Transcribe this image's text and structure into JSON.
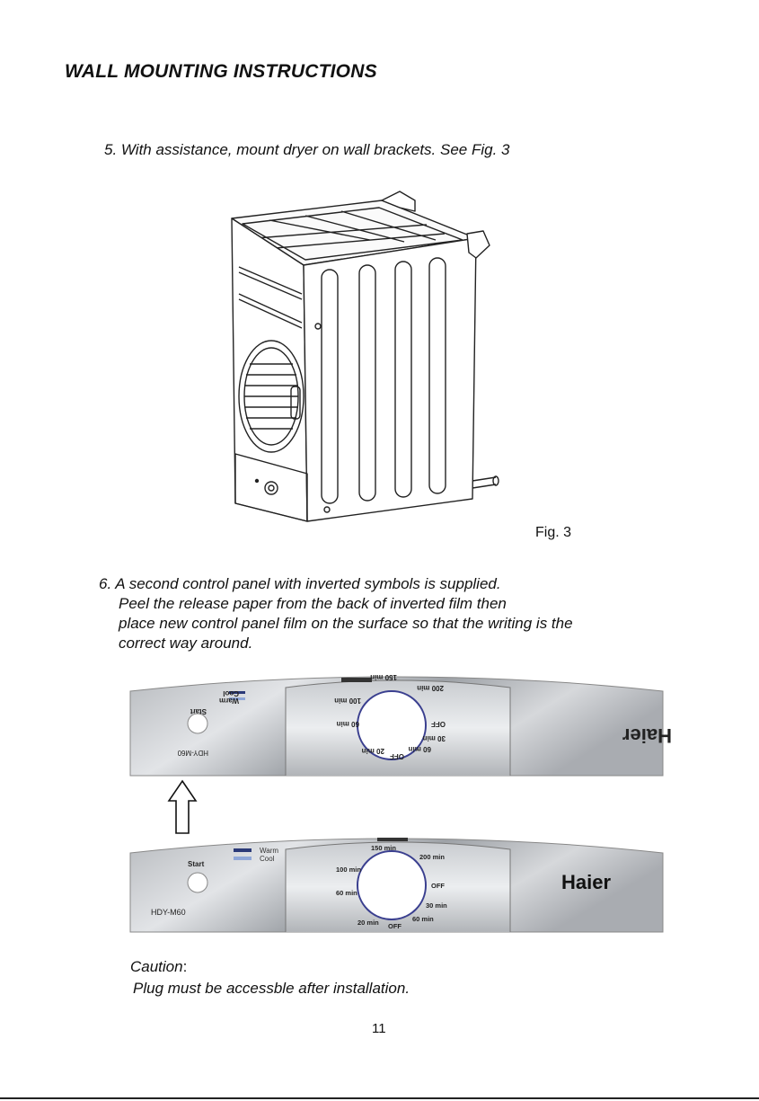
{
  "header": {
    "title": "WALL MOUNTING INSTRUCTIONS"
  },
  "step5": {
    "text": "5. With assistance, mount dryer on wall brackets. See Fig. 3"
  },
  "figure": {
    "label": "Fig. 3"
  },
  "step6": {
    "line1": "6. A second control panel with inverted symbols is supplied.",
    "line2": "Peel the release paper from the back of inverted film then",
    "line3": "place new control panel film on the surface so that the writing is the",
    "line4": "correct way around."
  },
  "panel": {
    "start_label": "Start",
    "warm_label": "Warm",
    "cool_label": "Cool",
    "model": "HDY-M60",
    "brand": "Haier",
    "dial": {
      "t150": "150 min",
      "t200": "200 min",
      "t100": "100 min",
      "off_right": "OFF",
      "t60_left": "60 min",
      "t30": "30 min",
      "t20": "20 min",
      "t60_bottom": "60 min",
      "off_bottom": "OFF"
    },
    "colors": {
      "warm": "#2b3a78",
      "cool": "#8fa7d8",
      "dial_arc": "#3a3f8f"
    }
  },
  "caution": {
    "heading": "Caution",
    "colon": ":",
    "text": "Plug must be accessble after installation."
  },
  "page": {
    "number": "11"
  }
}
